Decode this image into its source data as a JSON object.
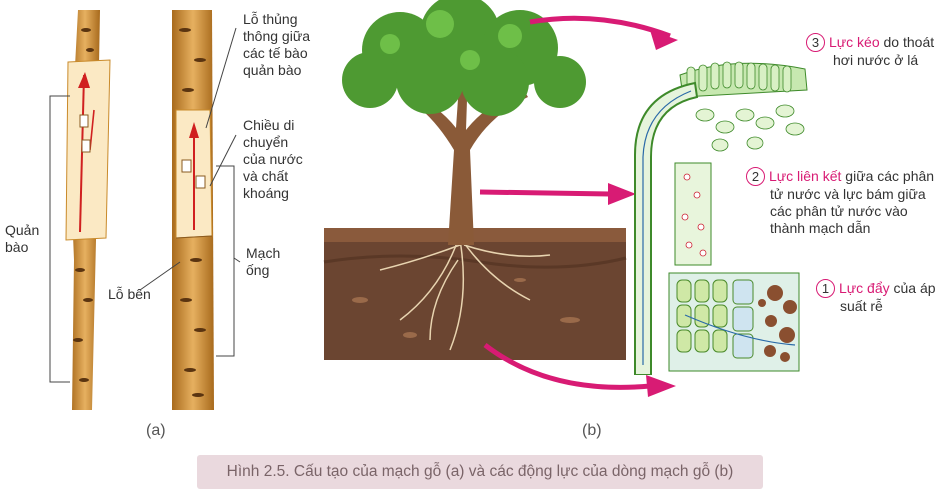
{
  "labels_a": {
    "lo_thung": [
      "Lỗ thủng",
      "thông giữa",
      "các tế bào",
      "quản bào"
    ],
    "chieu_di_chuyen": [
      "Chiều di",
      "chuyển",
      "của nước",
      "và chất",
      "khoáng"
    ],
    "mach_ong": [
      "Mạch",
      "ống"
    ],
    "quan_bao": [
      "Quản",
      "bào"
    ],
    "lo_ben": "Lỗ bên"
  },
  "labels_b": {
    "force3": {
      "num": "3",
      "highlight": "Lực kéo",
      "rest": " do thoát",
      "line2": "hơi nước ở lá"
    },
    "force2": {
      "num": "2",
      "highlight": "Lực liên kết",
      "rest": " giữa các phân",
      "lines": [
        "tử nước và lực bám giữa",
        "các phân tử nước vào",
        "thành mạch dẫn"
      ]
    },
    "force1": {
      "num": "1",
      "highlight": "Lực đẩy",
      "rest": " của áp",
      "line2": "suất rễ"
    }
  },
  "sublabels": {
    "a": "(a)",
    "b": "(b)"
  },
  "caption": "Hình 2.5. Cấu tạo của mạch gỗ (a) và các động lực của dòng mạch gỗ (b)",
  "colors": {
    "accent": "#d81b74",
    "caption_bg": "#ead9de",
    "caption_text": "#7a6468",
    "wood": "#c98a2a",
    "wood_inner": "#fbe9c4",
    "leaf": "#5aa43a",
    "soil": "#6b4531"
  }
}
